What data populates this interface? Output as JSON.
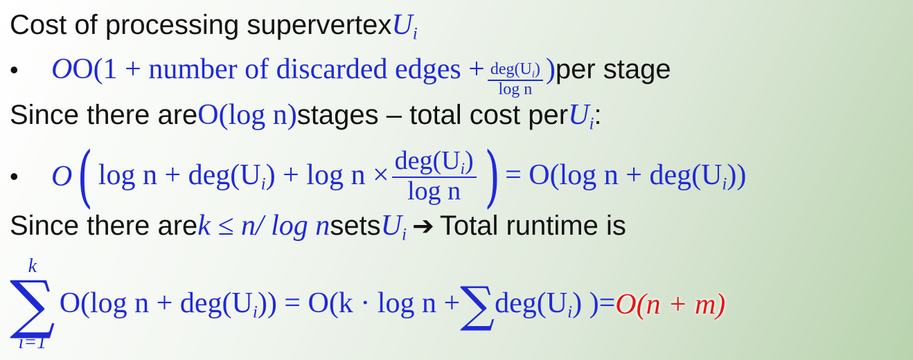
{
  "line1": {
    "text": "Cost of processing supervertex ",
    "var": "U",
    "sub": "i"
  },
  "line2": {
    "bullet": "•",
    "math_pre": "O(1 + number of discarded edges  + ",
    "frac_num": "deg(U",
    "frac_num_sub": "i",
    "frac_num_close": ")",
    "frac_den": "log n",
    "math_post": ")",
    "text": " per stage"
  },
  "line3": {
    "text": "Since there are ",
    "math": "O(log n)",
    "text2": " stages – total cost per ",
    "var": "U",
    "sub": "i",
    "text3": ":"
  },
  "line4": {
    "bullet": "•",
    "a": "O",
    "b": "log n + deg(U",
    "b_sub": "i",
    "b2": ") + log n ×",
    "frac_num": "deg(U",
    "frac_num_sub": "i",
    "frac_num_close": ")",
    "frac_den": "log n",
    "c": " = O(log n + deg(U",
    "c_sub": "i",
    "c2": "))"
  },
  "line5": {
    "text": "Since there are ",
    "math": "k ≤ n/ log n",
    "text2": " sets ",
    "var": "U",
    "sub": "i",
    "arrow": "➔",
    "text3": " Total runtime is"
  },
  "line6": {
    "sum_top": "k",
    "sum_bot": "i=1",
    "a": "O(log n + deg(U",
    "a_sub": "i",
    "a2": ")) = O(k · log n + ",
    "b": " deg(U",
    "b_sub": "i",
    "b2": ") )=",
    "result": "O(n + m)"
  }
}
